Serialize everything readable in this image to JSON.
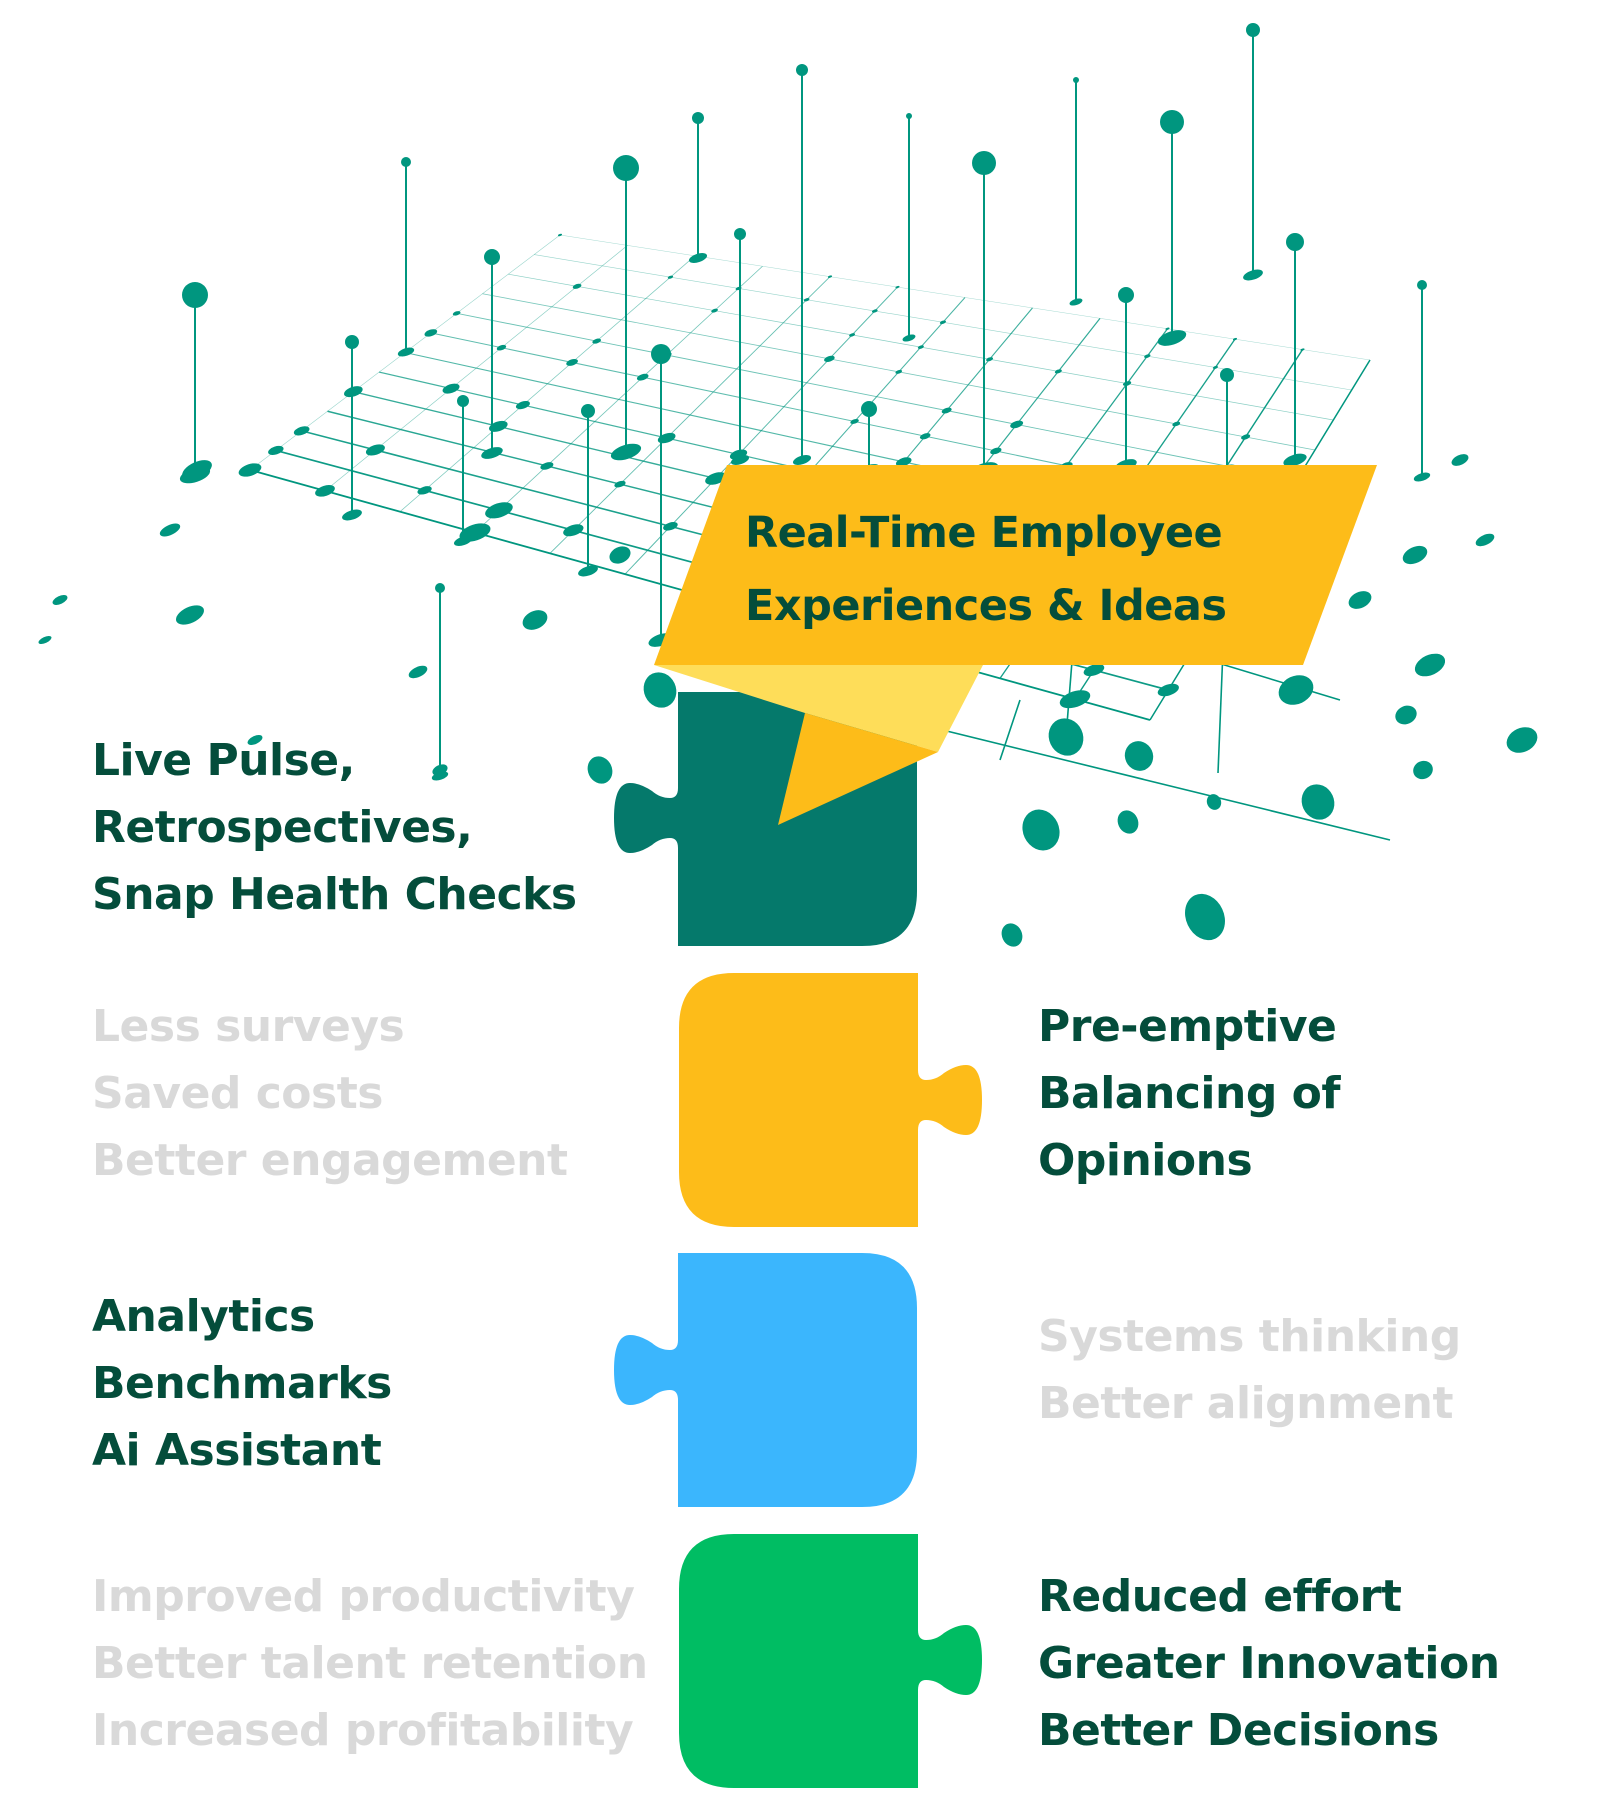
{
  "title": {
    "lines": [
      "Real-Time Employee",
      "Experiences & Ideas"
    ]
  },
  "colors": {
    "text_dark": "#044d3b",
    "text_muted": "#d9d9d9",
    "network": "#00967f",
    "banner": "#fdbc19",
    "banner_fold": "#fedd59",
    "piece_teal": "#05796b",
    "piece_yellow": "#fdbc19",
    "piece_blue": "#3bb6fd",
    "piece_green": "#00bd63"
  },
  "pieces": [
    {
      "name": "teal",
      "left_text": {
        "lines": [
          "Live Pulse,",
          "Retrospectives,",
          "Snap Health Checks"
        ],
        "style": "highlight"
      },
      "right_text": null
    },
    {
      "name": "yellow",
      "left_text": {
        "lines": [
          "Less surveys",
          "Saved costs",
          "Better engagement"
        ],
        "style": "muted"
      },
      "right_text": {
        "lines": [
          "Pre-emptive",
          "Balancing of",
          "Opinions"
        ],
        "style": "highlight"
      }
    },
    {
      "name": "blue",
      "left_text": {
        "lines": [
          "Analytics",
          "Benchmarks",
          "Ai Assistant"
        ],
        "style": "highlight"
      },
      "right_text": {
        "lines": [
          "Systems thinking",
          "Better alignment"
        ],
        "style": "muted"
      }
    },
    {
      "name": "green",
      "left_text": {
        "lines": [
          "Improved productivity",
          "Better talent retention",
          "Increased profitability"
        ],
        "style": "muted"
      },
      "right_text": {
        "lines": [
          "Reduced effort",
          "Greater Innovation",
          "Better Decisions"
        ],
        "style": "highlight"
      }
    }
  ]
}
